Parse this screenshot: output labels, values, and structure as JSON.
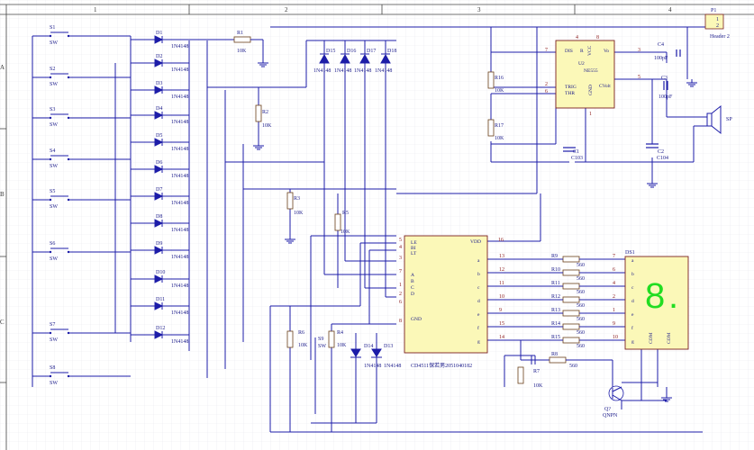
{
  "frame": {
    "columns": [
      "1",
      "2",
      "3",
      "4"
    ],
    "rows": [
      "A",
      "B",
      "C"
    ]
  },
  "switches": [
    {
      "name": "S1",
      "type": "SW"
    },
    {
      "name": "S2",
      "type": "SW"
    },
    {
      "name": "S3",
      "type": "SW"
    },
    {
      "name": "S4",
      "type": "SW"
    },
    {
      "name": "S5",
      "type": "SW"
    },
    {
      "name": "S6",
      "type": "SW"
    },
    {
      "name": "S7",
      "type": "SW"
    },
    {
      "name": "S8",
      "type": "SW"
    },
    {
      "name": "S9",
      "type": "SW"
    }
  ],
  "diodes": [
    {
      "name": "D1",
      "part": "1N4148"
    },
    {
      "name": "D2",
      "part": "1N4148"
    },
    {
      "name": "D3",
      "part": "1N4148"
    },
    {
      "name": "D4",
      "part": "1N4148"
    },
    {
      "name": "D5",
      "part": "1N4148"
    },
    {
      "name": "D6",
      "part": "1N4148"
    },
    {
      "name": "D7",
      "part": "1N4148"
    },
    {
      "name": "D8",
      "part": "1N4148"
    },
    {
      "name": "D9",
      "part": "1N4148"
    },
    {
      "name": "D10",
      "part": "1N4148"
    },
    {
      "name": "D11",
      "part": "1N4148"
    },
    {
      "name": "D12",
      "part": "1N4148"
    }
  ],
  "top_diodes": [
    {
      "name": "D15",
      "part": "1N4148"
    },
    {
      "name": "D16",
      "part": "1N4148"
    },
    {
      "name": "D17",
      "part": "1N4148"
    },
    {
      "name": "D18",
      "part": "1N4148"
    }
  ],
  "bottom_diodes": [
    {
      "name": "D14",
      "part": "1N4148"
    },
    {
      "name": "D13",
      "part": "1N4148"
    }
  ],
  "resistors": {
    "R1": {
      "name": "R1",
      "value": "10K"
    },
    "R2": {
      "name": "R2",
      "value": "10K"
    },
    "R3": {
      "name": "R3",
      "value": "10K"
    },
    "R4": {
      "name": "R4",
      "value": "10K"
    },
    "R5": {
      "name": "R5",
      "value": "10K"
    },
    "R6": {
      "name": "R6",
      "value": "10K"
    },
    "R7": {
      "name": "R7",
      "value": "10K"
    },
    "R8": {
      "name": "R8",
      "value": "560"
    },
    "R16": {
      "name": "R16",
      "value": "10K"
    },
    "R17": {
      "name": "R17",
      "value": "10K"
    }
  },
  "segment_resistors": [
    {
      "name": "R9",
      "value": "560",
      "pin_in": "13",
      "seg_pin": "7",
      "seg": "a"
    },
    {
      "name": "R10",
      "value": "560",
      "pin_in": "12",
      "seg_pin": "6",
      "seg": "b"
    },
    {
      "name": "R11",
      "value": "560",
      "pin_in": "11",
      "seg_pin": "4",
      "seg": "c"
    },
    {
      "name": "R12",
      "value": "560",
      "pin_in": "10",
      "seg_pin": "2",
      "seg": "d"
    },
    {
      "name": "R13",
      "value": "560",
      "pin_in": "9",
      "seg_pin": "1",
      "seg": "e"
    },
    {
      "name": "R14",
      "value": "560",
      "pin_in": "15",
      "seg_pin": "9",
      "seg": "f"
    },
    {
      "name": "R15",
      "value": "560",
      "pin_in": "14",
      "seg_pin": "10",
      "seg": "g"
    }
  ],
  "capacitors": [
    {
      "name": "C1",
      "value": "C103"
    },
    {
      "name": "C2",
      "value": "C104"
    },
    {
      "name": "C3",
      "value": "100pF"
    },
    {
      "name": "C4",
      "value": "100pF"
    }
  ],
  "ne555": {
    "ref": "U2",
    "part": "NE555",
    "pins": {
      "dis": "DIS",
      "r": "R",
      "vcc": "VCC",
      "vo": "Vo",
      "trig": "TRIG",
      "thr": "THR",
      "gnd": "GND",
      "cvolt": "CVolt"
    },
    "numbers": {
      "p7": "7",
      "p4": "4",
      "p8": "8",
      "p3": "3",
      "p2": "2",
      "p6": "6",
      "p1": "1",
      "p5": "5"
    }
  },
  "cd4511": {
    "caption": "CD4511保若男2051040182",
    "pins_left": {
      "le": "LE",
      "bi": "BI",
      "lt": "LT",
      "a": "A",
      "b": "B",
      "c": "C",
      "d": "D",
      "gnd": "GND"
    },
    "pins_right": {
      "vdd": "VDD",
      "a": "a",
      "b": "b",
      "c": "c",
      "d": "d",
      "e": "e",
      "f": "f",
      "g": "g"
    },
    "numbers": {
      "le": "5",
      "bi": "4",
      "lt": "3",
      "a": "7",
      "b": "1",
      "c": "2",
      "d": "6",
      "gnd": "8",
      "vdd": "16"
    }
  },
  "display": {
    "ref": "DS1",
    "digit": "8",
    "dp": ".",
    "segments": [
      "a",
      "b",
      "c",
      "d",
      "e",
      "f",
      "g"
    ],
    "com1": "COM",
    "com2": "COM"
  },
  "transistor": {
    "name": "Q?",
    "type": "QNPN"
  },
  "header": {
    "ref": "P1",
    "name": "Header 2",
    "pin1": "1",
    "pin2": "2"
  },
  "speaker": {
    "ref": "SP"
  },
  "colors": {
    "wire": "#1c1ca8",
    "ic_fill": "#fbf8b8",
    "ic_border": "#7a2020",
    "display_digit": "#22dd22",
    "text": "#1a1a8a"
  }
}
